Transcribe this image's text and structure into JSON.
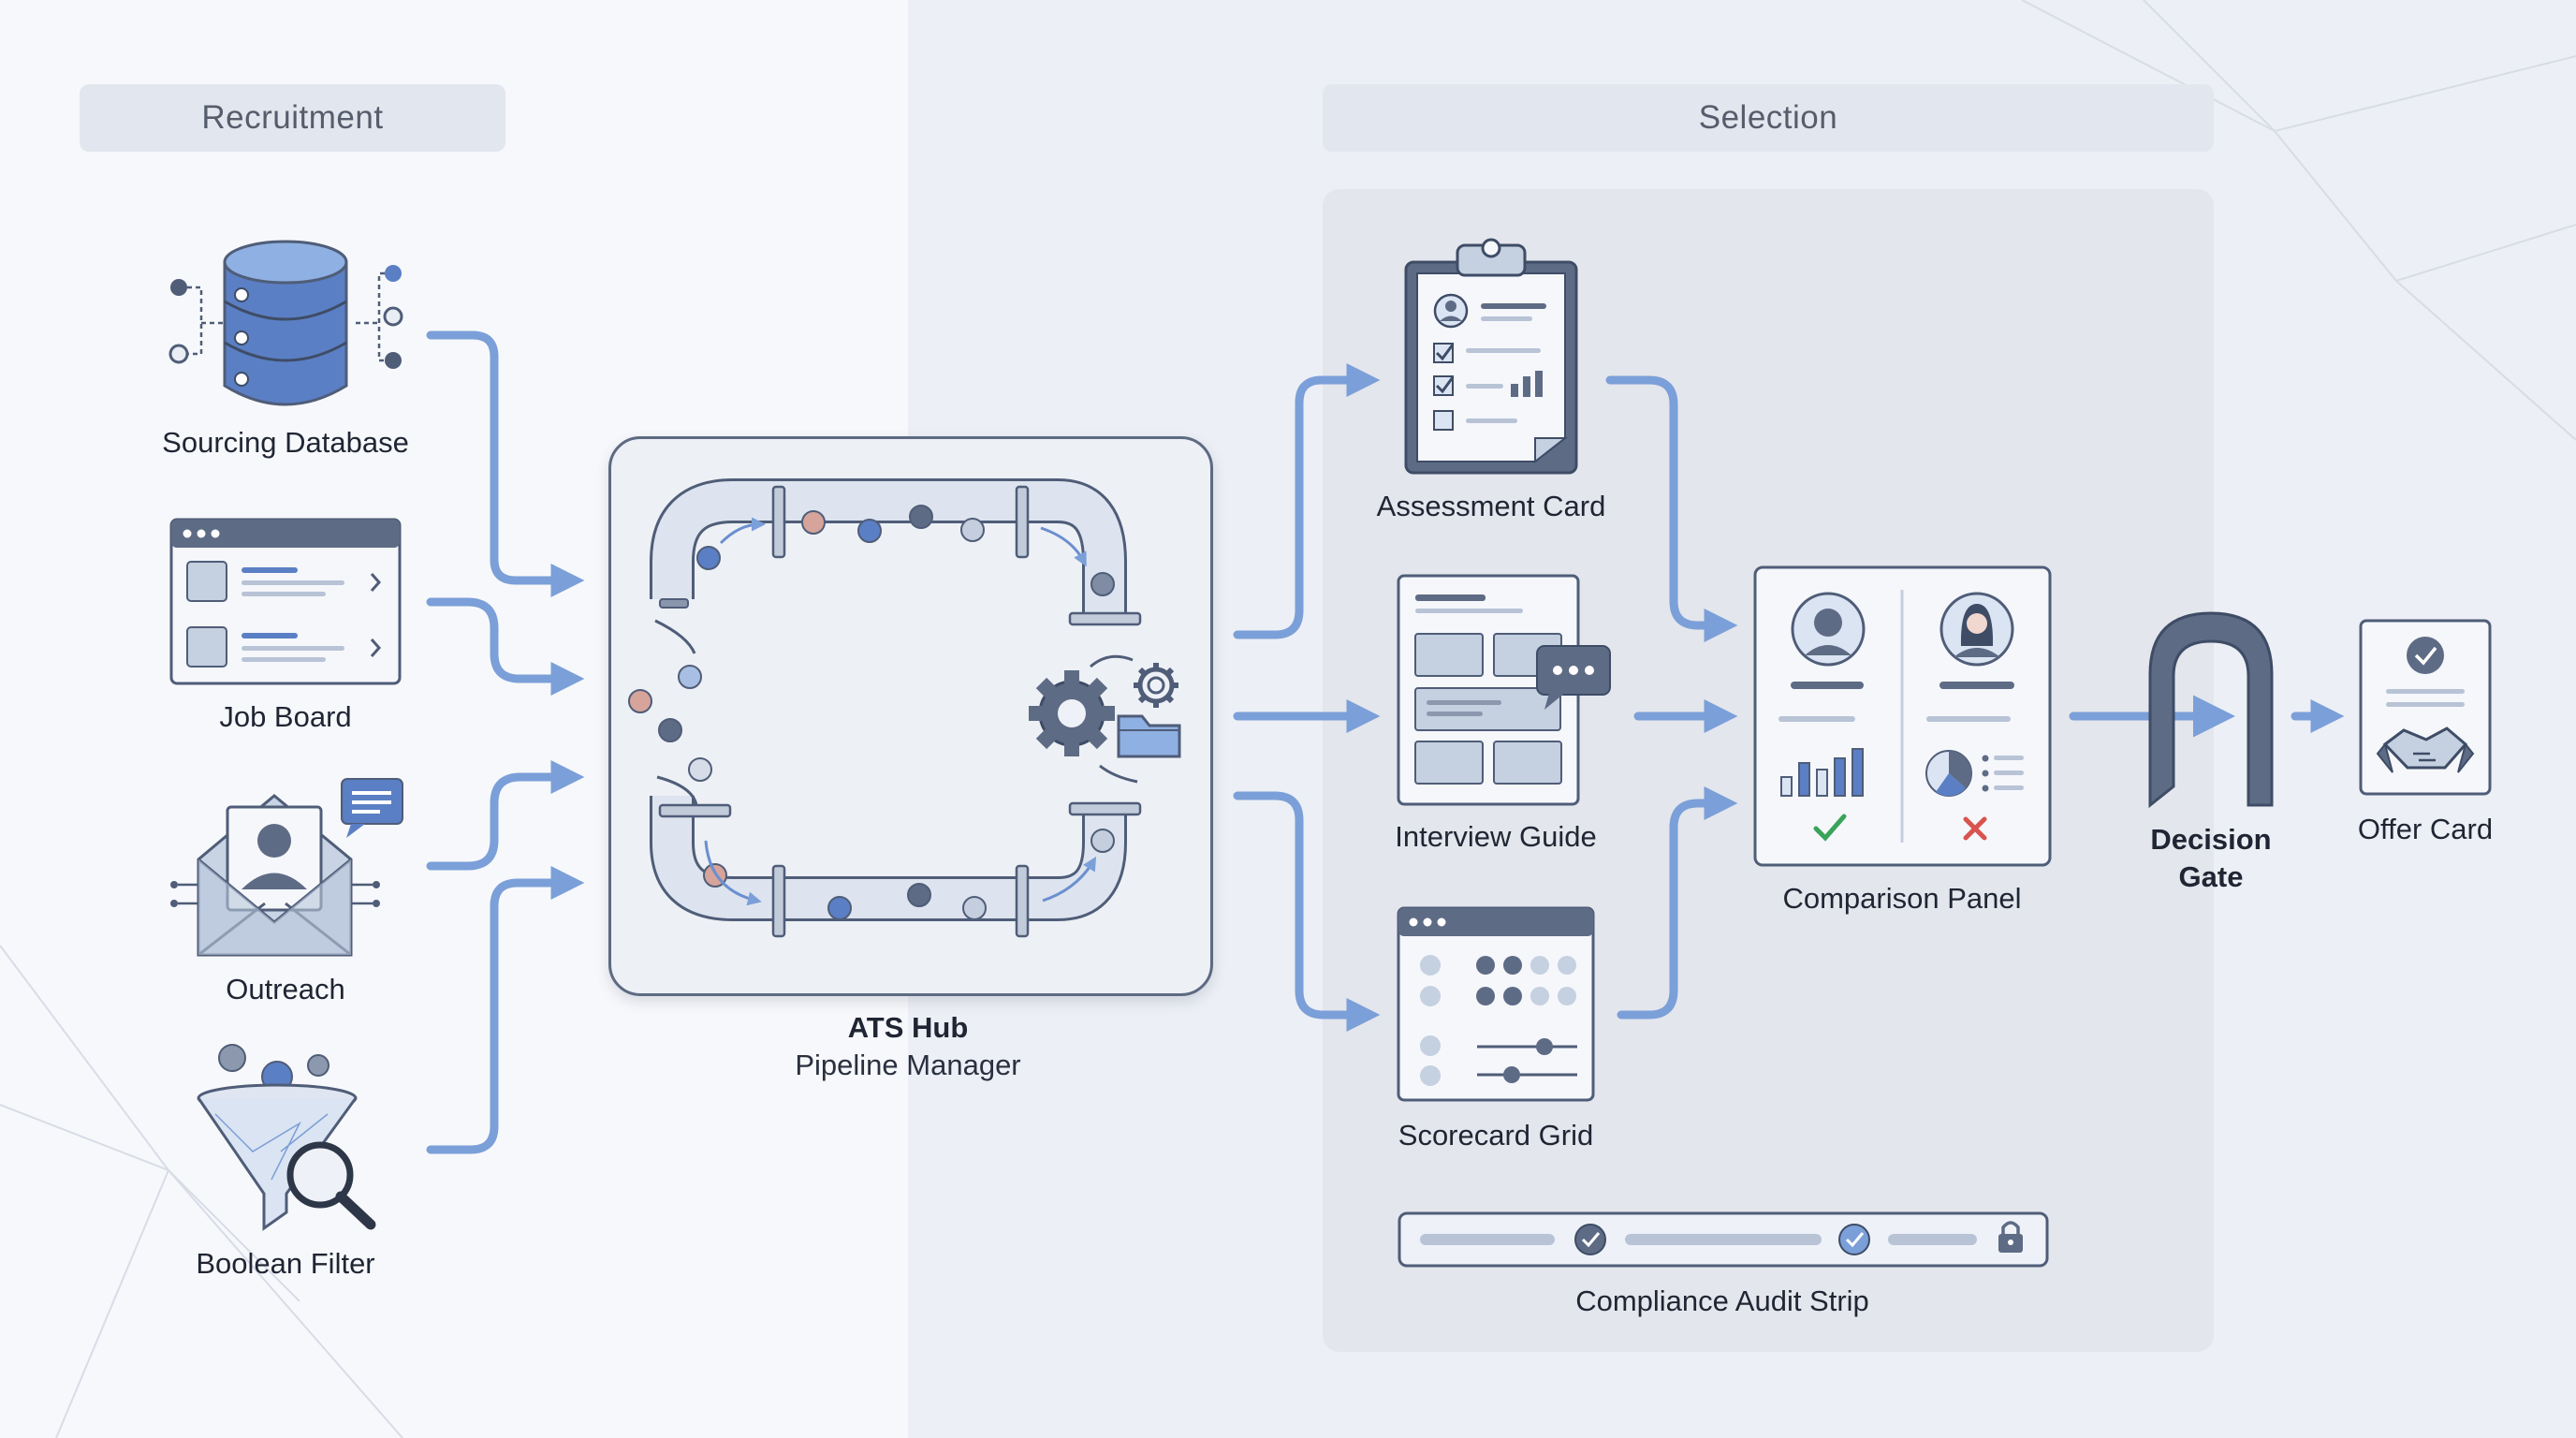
{
  "sections": {
    "recruitment": "Recruitment",
    "selection": "Selection"
  },
  "nodes": {
    "sourcing_database": "Sourcing Database",
    "job_board": "Job Board",
    "outreach": "Outreach",
    "boolean_filter": "Boolean Filter",
    "ats_hub_title": "ATS Hub",
    "ats_hub_subtitle": "Pipeline Manager",
    "assessment_card": "Assessment Card",
    "interview_guide": "Interview Guide",
    "scorecard_grid": "Scorecard Grid",
    "comparison_panel": "Comparison Panel",
    "decision_gate_line1": "Decision",
    "decision_gate_line2": "Gate",
    "offer_card": "Offer Card",
    "compliance_audit_strip": "Compliance Audit Strip"
  },
  "colors": {
    "arrow": "#7b9fd8",
    "accent_blue": "#5b7fc4",
    "outline": "#4f5d78",
    "check_green": "#3aa35a",
    "cross_red": "#d9534f"
  },
  "icons": {
    "sourcing_database": "database-icon",
    "job_board": "browser-list-icon",
    "outreach": "envelope-user-icon",
    "boolean_filter": "funnel-search-icon",
    "ats_hub": "pipeline-gear-icon",
    "assessment_card": "clipboard-checklist-icon",
    "interview_guide": "document-chat-icon",
    "scorecard_grid": "grid-slider-icon",
    "comparison_panel": "two-profiles-icon",
    "decision_gate": "arch-gate-icon",
    "offer_card": "handshake-document-icon",
    "compliance_audit_strip": "progress-lock-icon"
  }
}
